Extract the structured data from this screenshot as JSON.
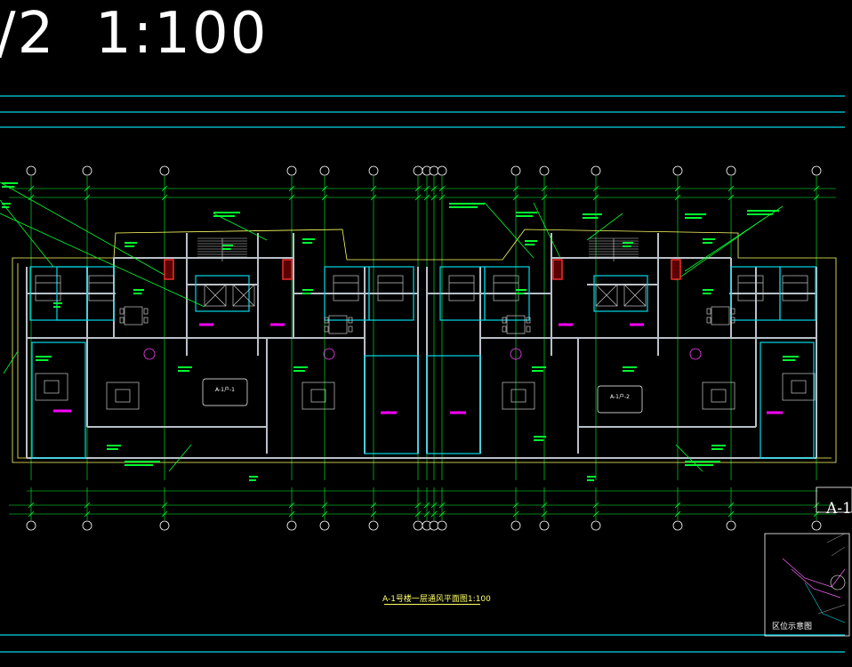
{
  "header": {
    "scale_title": "/2  1:100"
  },
  "drawing": {
    "title": "A-1号楼一层通风平面图1:100",
    "sheet_tag": "A-1",
    "keyplan_label": "区位示意图",
    "unit_tags": [
      "A-1户-1",
      "A-1户-2"
    ],
    "colors": {
      "background": "#000000",
      "frame_lines": "#00d8e8",
      "walls": "#b8c0c8",
      "grid_lines": "#00ff30",
      "annotations": "#ffff66",
      "equipment": "#ff3030",
      "highlight": "#ff00ff",
      "axis_markers": "#ffffff",
      "dimension_lines": "#00ff30"
    }
  }
}
